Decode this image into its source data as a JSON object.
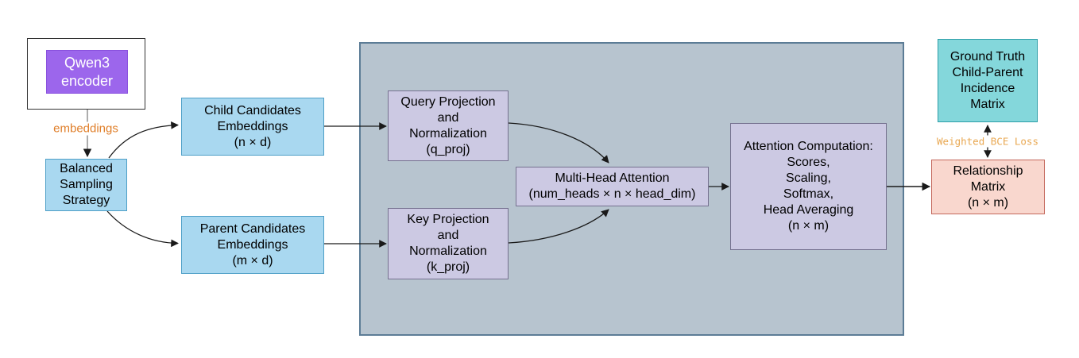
{
  "diagram": {
    "nodes": {
      "qwen3_encoder": "Qwen3\nencoder",
      "balanced_sampling": "Balanced\nSampling\nStrategy",
      "child_candidates": "Child Candidates\nEmbeddings\n(n × d)",
      "parent_candidates": "Parent Candidates\nEmbeddings\n(m × d)",
      "query_projection": "Query Projection\nand\nNormalization\n(q_proj)",
      "key_projection": "Key Projection\nand\nNormalization\n(k_proj)",
      "multi_head_attention": "Multi-Head Attention\n(num_heads × n × head_dim)",
      "attention_computation": "Attention Computation:\nScores,\nScaling,\nSoftmax,\nHead Averaging\n(n × m)",
      "ground_truth": "Ground Truth\nChild-Parent\nIncidence\nMatrix",
      "relationship_matrix": "Relationship\nMatrix\n(n × m)"
    },
    "edge_labels": {
      "embeddings": "embeddings",
      "weighted_bce_loss": "Weighted BCE Loss"
    },
    "colors": {
      "encoder_fill": "#9C66EC",
      "encoder_text": "#FFFFFF",
      "blue_fill": "#A9D8F0",
      "blue_border": "#4E9FC7",
      "container_fill": "#B7C4CF",
      "container_border": "#5C7C96",
      "lavender_fill": "#CCC9E3",
      "lavender_border": "#75718F",
      "teal_fill": "#84D7DB",
      "teal_border": "#2D9EA8",
      "pink_fill": "#F9D7CE",
      "pink_border": "#C4685C",
      "embeddings_label": "#E07F2A",
      "bce_label": "#E9A852",
      "arrow": "#1A1A1A"
    }
  }
}
